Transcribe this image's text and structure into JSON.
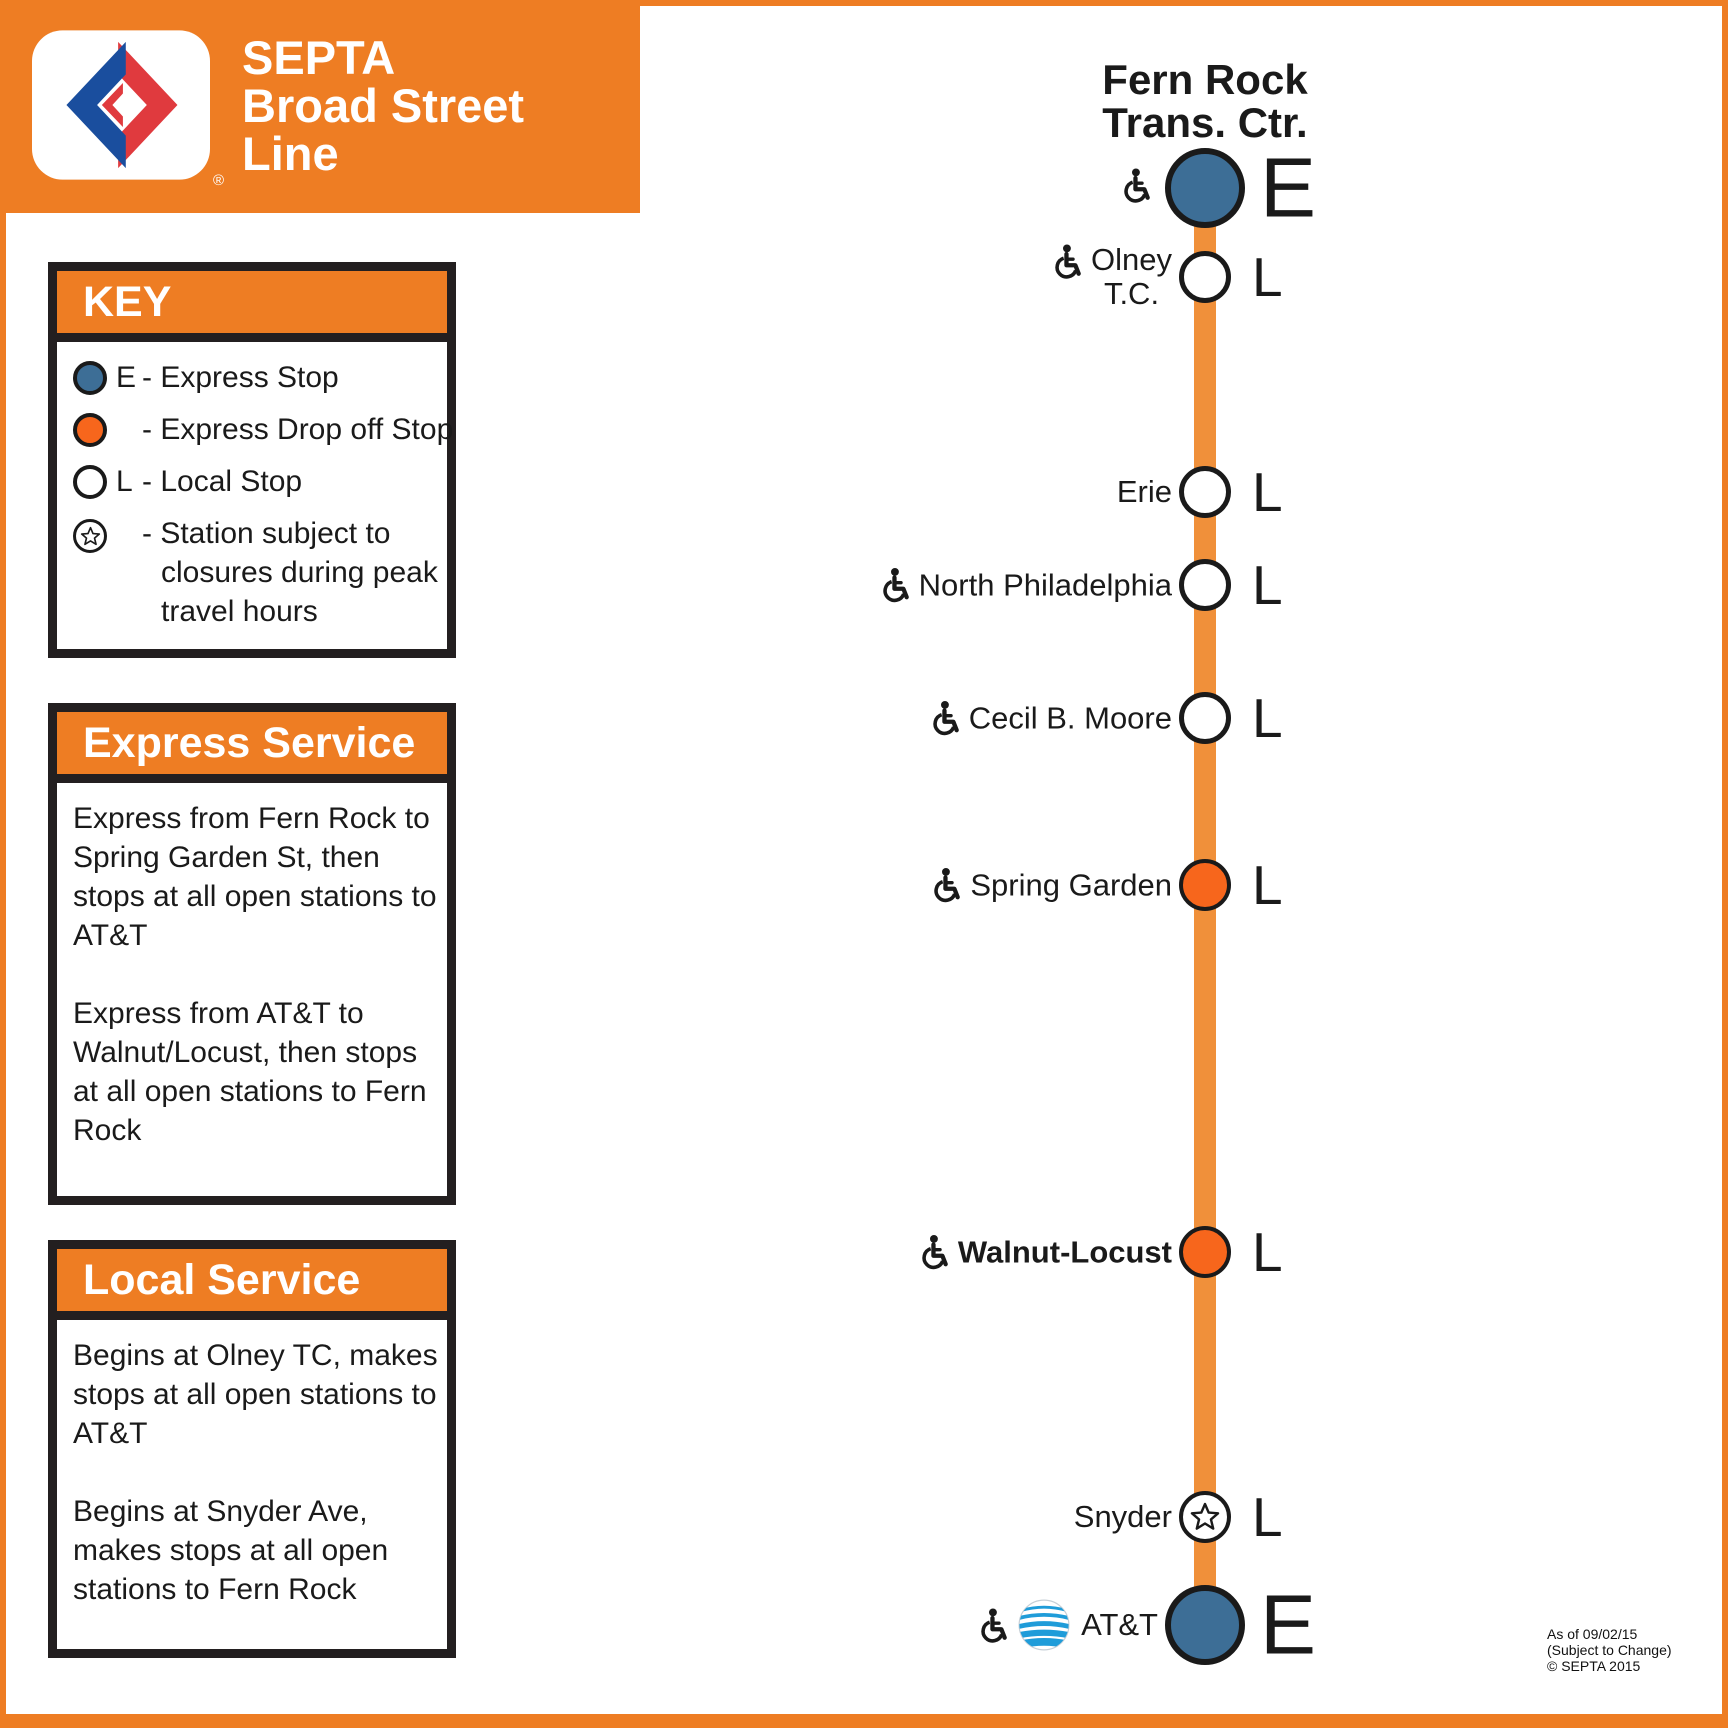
{
  "colors": {
    "septa_orange": "#EE7D23",
    "route_line_orange": "#F0903A",
    "express_stop_blue": "#3D6E96",
    "express_drop_off_orange": "#F7661C",
    "ink_black": "#231F20"
  },
  "header": {
    "title_lines": [
      "SEPTA",
      "Broad Street",
      "Line"
    ],
    "reg_mark": "®"
  },
  "key": {
    "title": "KEY",
    "items": [
      {
        "letter": "E",
        "label": "- Express Stop",
        "symbol": "express-stop"
      },
      {
        "letter": "",
        "label": "- Express Drop off Stop",
        "symbol": "express-drop-off-stop"
      },
      {
        "letter": "L",
        "label": "- Local Stop",
        "symbol": "local-stop"
      },
      {
        "letter": "",
        "label": "- Station subject to closures during peak travel hours",
        "symbol": "closure-star"
      }
    ]
  },
  "express_service": {
    "title": "Express Service",
    "paragraphs": [
      "Express from Fern Rock to Spring Garden St, then stops at all open stations to AT&T",
      "Express from AT&T to Walnut/Locust, then stops at all open stations to Fern Rock"
    ]
  },
  "local_service": {
    "title": "Local Service",
    "paragraphs": [
      "Begins at Olney TC, makes stops at all open stations to AT&T",
      "Begins at Snyder Ave, makes stops at all open stations to Fern Rock"
    ]
  },
  "route": {
    "stations": [
      {
        "name": "Fern Rock Trans. Ctr.",
        "name_line1": "Fern Rock",
        "name_line2": "Trans. Ctr.",
        "type": "express",
        "service": "E",
        "accessible": true
      },
      {
        "name": "Olney T.C.",
        "name_line1": "Olney",
        "name_line2": "T.C.",
        "type": "local",
        "service": "L",
        "accessible": true
      },
      {
        "name": "Erie",
        "type": "local",
        "service": "L",
        "accessible": false
      },
      {
        "name": "North Philadelphia",
        "type": "local",
        "service": "L",
        "accessible": true
      },
      {
        "name": "Cecil B. Moore",
        "type": "local",
        "service": "L",
        "accessible": true
      },
      {
        "name": "Spring Garden",
        "type": "express-drop-off",
        "service": "L",
        "accessible": true
      },
      {
        "name": "Walnut-Locust",
        "type": "express-drop-off",
        "service": "L",
        "accessible": true
      },
      {
        "name": "Snyder",
        "type": "closure-star",
        "service": "L",
        "accessible": false
      },
      {
        "name": "AT&T",
        "type": "express",
        "service": "E",
        "accessible": true,
        "logo": "att-globe"
      }
    ]
  },
  "footnote": {
    "lines": [
      "As of 09/02/15",
      "(Subject to Change)",
      "© SEPTA 2015"
    ]
  }
}
